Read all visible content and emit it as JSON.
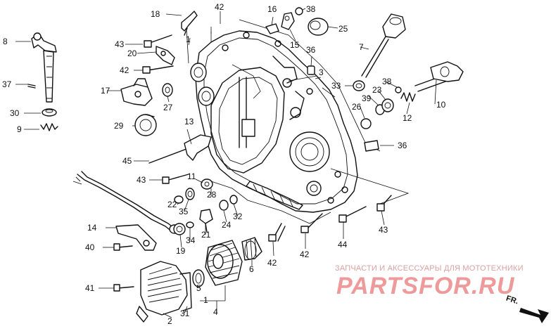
{
  "diagram": {
    "labels": {
      "p1a": "1",
      "p1b": "1",
      "p2": "2",
      "p3": "3",
      "p4": "4",
      "p5": "5",
      "p6": "6",
      "p7": "7",
      "p8": "8",
      "p9": "9",
      "p10": "10",
      "p11": "11",
      "p12": "12",
      "p13": "13",
      "p14": "14",
      "p15": "15",
      "p16": "16",
      "p17": "17",
      "p18": "18",
      "p19": "19",
      "p20": "20",
      "p21": "21",
      "p22": "22",
      "p23": "23",
      "p24": "24",
      "p25": "25",
      "p26": "26",
      "p27": "27",
      "p28": "28",
      "p29": "29",
      "p30": "30",
      "p31": "31",
      "p32": "32",
      "p33": "33",
      "p34": "34",
      "p35": "35",
      "p36a": "36",
      "p36b": "36",
      "p37": "37",
      "p38a": "38",
      "p38b": "38",
      "p39": "39",
      "p40": "40",
      "p41": "41",
      "p42a": "42",
      "p42b": "42",
      "p42c": "42",
      "p42d": "42",
      "p43a": "43",
      "p43b": "43",
      "p43c": "43",
      "p44": "44",
      "p45": "45"
    },
    "direction_label": "FR."
  },
  "watermark": {
    "caption": "ЗАПЧАСТИ И АКСЕССУАРЫ ДЛЯ МОТОТЕХНИКИ",
    "logo": "PARTSFOR.RU"
  }
}
